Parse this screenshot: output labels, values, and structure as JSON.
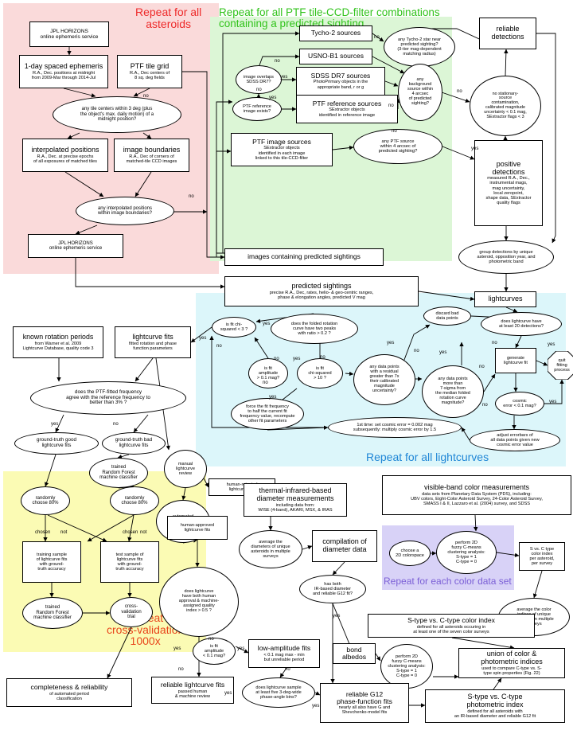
{
  "regions": {
    "red": {
      "label": "Repeat for all\nasteroids",
      "color": "#fadada",
      "text_color": "#ee2a2a"
    },
    "green": {
      "label": "Repeat for all PTF tile-CCD-filter combinations\ncontaining a predicted sighting",
      "color": "#dcf6d6",
      "text_color": "#31c31b"
    },
    "blue": {
      "label": "Repeat for all lightcurves",
      "color": "#dcf6fa",
      "text_color": "#1f86d6"
    },
    "yellow": {
      "label": "Repeat\ncross-validation\n1000x",
      "color": "#fbfbb4",
      "text_color": "#e8461c"
    },
    "purple": {
      "label": "Repeat for each color data set",
      "color": "#d8d2f7",
      "text_color": "#7b5fd6"
    }
  },
  "nodes": {
    "jpl1": {
      "title": "JPL HORIZONS\nonline ephemeris service",
      "sub": ""
    },
    "eph": {
      "title": "1-day spaced ephemeris",
      "sub": "R.A., Dec. positions at midnight\nfrom 2009-Mar through 2014-Jul"
    },
    "ptfgrid": {
      "title": "PTF tile grid",
      "sub": "R.A., Dec centers of\n8 sq. deg fields"
    },
    "q_tile": {
      "title": "any tile centers within 3 deg (plus\nthe object's max. daily motion) of a\nmidnight position?",
      "sub": ""
    },
    "interp": {
      "title": "interpolated positions",
      "sub": "R.A., Dec. at precise epochs\nof all exposures of matched tiles"
    },
    "bounds": {
      "title": "image boundaries",
      "sub": "R.A., Dec of corners of\nmatched-tile CCD images"
    },
    "q_within": {
      "title": "any interpolated positions\nwithin image boundaries?",
      "sub": ""
    },
    "jpl2": {
      "title": "JPL HORIZONS\nonline ephemeris service",
      "sub": ""
    },
    "tycho": {
      "title": "Tycho-2 sources",
      "sub": ""
    },
    "usno": {
      "title": "USNO-B1 sources",
      "sub": ""
    },
    "sdss": {
      "title": "SDSS DR7 sources",
      "sub": "PhotoPrimary objects in the\nappropriate band, r or g"
    },
    "ptfref": {
      "title": "PTF reference sources",
      "sub": "SExtractor objects\nidentified in reference image"
    },
    "q_sdss": {
      "title": "image overlaps\nSDSS DR7?",
      "sub": ""
    },
    "q_refimg": {
      "title": "PTF reference\nimage exists?",
      "sub": ""
    },
    "q_tycho": {
      "title": "any Tycho-2 star near\npredicted sighting?\n(3-tier mag-dependent\nmatching radius)",
      "sub": ""
    },
    "q_bg": {
      "title": "any\nbackground\nsource within\n4 arcsec\nof predicted\nsighting?",
      "sub": ""
    },
    "ptfimg": {
      "title": "PTF image sources",
      "sub": "SExtractor objects\nidentified in each image\nlinked to this tile-CCD-filter"
    },
    "q_ptfsrc": {
      "title": "any PTF source\nwithin 4 arcsec of\npredicted sighting?",
      "sub": ""
    },
    "reliable": {
      "title": "reliable\ndetections",
      "sub": ""
    },
    "q_nostat": {
      "title": "no stationary-\nsource\ncontamination,\ncalibrated magnitude\nuncertainty < 0.1 mag,\nSExtractor flags < 3",
      "sub": ""
    },
    "posdet": {
      "title": "positive\ndetections",
      "sub": "measured R.A., Dec.,\ninstrumental mags,\nmag uncertainty,\nlocal zeropoint,\nshape data, SExtractor\nquality flags"
    },
    "imgpred": {
      "title": "images containing predicted sightings",
      "sub": ""
    },
    "predsig": {
      "title": "predicted sightings",
      "sub": "precise R.A., Dec, rates, helio- & geo-centric ranges,\nphase & elongation angles, predicted V mag"
    },
    "q_group": {
      "title": "group detections by unique\nasteroid, opposition year, and\nphotometric band",
      "sub": ""
    },
    "lcs": {
      "title": "lightcurves",
      "sub": ""
    },
    "known": {
      "title": "known rotation periods",
      "sub": "from Warner et al. 2009\nLightcurve Database, quality code 3"
    },
    "lcfits": {
      "title": "lightcurve fits",
      "sub": "fitted rotation and phase\nfunction parameters"
    },
    "q_chi3": {
      "title": "is fit chi-\nsquared < 3 ?",
      "sub": ""
    },
    "q_fold": {
      "title": "does the folded rotation\ncurve have two peaks\nwith ratio > 0.2 ?",
      "sub": ""
    },
    "discard": {
      "title": "discard bad\ndata points",
      "sub": ""
    },
    "q_20": {
      "title": "does lightcurve have\nat least 20 detections?",
      "sub": ""
    },
    "q_amp01": {
      "title": "is fit\namplitude\n> 0.1 mag?",
      "sub": ""
    },
    "q_chi10": {
      "title": "is fit\nchi-squared\n> 10 ?",
      "sub": ""
    },
    "q_7x": {
      "title": "any data points\nwith a residual\ngreater than 7x\ntheir calibrated\nmagnitude\nuncertainty?",
      "sub": ""
    },
    "q_7sig": {
      "title": "any data points\nmore than\n7-sigma from\nthe median folded\nrotation curve\nmagnitude?",
      "sub": ""
    },
    "genfit": {
      "title": "generate\nlightcurve fit",
      "sub": ""
    },
    "quit": {
      "title": "quit\nfitting\nprocess",
      "sub": ""
    },
    "q_cosmic": {
      "title": "cosmic\nerror < 0.1 mag?",
      "sub": ""
    },
    "q_agree": {
      "title": "does the PTF-fitted frequency\nagree with the reference frequency to\nbetter than 3% ?",
      "sub": ""
    },
    "force": {
      "title": "force the fit frequency\nto half the current fit\nfrequency value, recompute\nother fit parameters",
      "sub": ""
    },
    "q_cosmicset": {
      "title": "1st time: set cosmic error = 0.002 mag\nsubsequently: multiply cosmic error by 1.5",
      "sub": ""
    },
    "adjust": {
      "title": "adjust errorbars of\nall data points given new\ncosmic error value",
      "sub": ""
    },
    "gtgood": {
      "title": "ground-truth good\nlightcurve fits",
      "sub": ""
    },
    "gtbad": {
      "title": "ground-truth bad\nlightcurve fits",
      "sub": ""
    },
    "manual": {
      "title": "manual\nlightcurve\nreview",
      "sub": ""
    },
    "rf1": {
      "title": "trained\nRandom Forest\nmachine classifier",
      "sub": ""
    },
    "autoclass": {
      "title": "automated\nlightcurve\nclassification",
      "sub": ""
    },
    "hrej": {
      "title": "human-rejected\nlightcurve fits",
      "sub": ""
    },
    "happ": {
      "title": "human-approved\nlightcurve fits",
      "sub": ""
    },
    "thermal": {
      "title": "thermal-infrared-based\ndiameter measurements",
      "sub": "including data from:\nWISE (4-band), AKARI, MSX, & IRAS"
    },
    "visible": {
      "title": "visible-band color measurements",
      "sub": "data sets from Planetary Data System (PDS), including:\nUBV colors, Eight-Color Asteroid Survey, 24-Color Asteroid Survey,\nSMASS I & II, Lazzaro et al. (2004) survey, and SDSS"
    },
    "rc80a": {
      "title": "randomly\nchoose 80%",
      "sub": ""
    },
    "rc80b": {
      "title": "randomly\nchoose 80%",
      "sub": ""
    },
    "avgdiam": {
      "title": "average the\ndiameters of unique\nasteroids in multiple\nsurveys",
      "sub": ""
    },
    "compdiam": {
      "title": "compilation of\ndiameter data",
      "sub": ""
    },
    "colorspace": {
      "title": "choose a\n2D colorspace",
      "sub": ""
    },
    "fuzzy1": {
      "title": "perform 2D\nfuzzy C-means\nclustering analysis:\nS-type = 1\nC-type = 0",
      "sub": ""
    },
    "svsc": {
      "title": "S vs. C type\ncolor index\nper asteroid,\nper survey",
      "sub": ""
    },
    "trainset": {
      "title": "training sample\nof lightcurve fits\nwith ground-\ntruth accuracy",
      "sub": ""
    },
    "testset": {
      "title": "test sample of\nlightcurve fits\nwith ground-\ntruth accuracy",
      "sub": ""
    },
    "q_both": {
      "title": "does lightcurve\nhave both human\napproval & machine-\nassigned quality\nindex > 0.5 ?",
      "sub": ""
    },
    "q_ir": {
      "title": "has both\nIR-based diameter\nand reliable G12 fit?",
      "sub": ""
    },
    "avgcolor": {
      "title": "average the color\nindices of unique\nasteroids in multiple\nsurveys",
      "sub": ""
    },
    "svsc_idx": {
      "title": "S-type vs. C-type color index",
      "sub": "defined for all asteroids occuring in\nat least one of the seven color surveys"
    },
    "rf2": {
      "title": "trained\nRandom Forest\nmachine classifier",
      "sub": ""
    },
    "xval": {
      "title": "cross-\nvalidation\ntrial",
      "sub": ""
    },
    "q_amp01b": {
      "title": "is fit\namplitude\n< 0.1 mag?",
      "sub": ""
    },
    "lowamp": {
      "title": "low-amplitude fits",
      "sub": "< 0.1 mag max - min\nbut unreliable period"
    },
    "bond": {
      "title": "bond\nalbedos",
      "sub": ""
    },
    "fuzzy2": {
      "title": "perform 2D\nfuzzy C-means\nclustering analysis:\nS-type = 1\nC-type = 0",
      "sub": ""
    },
    "union": {
      "title": "union of color &\nphotometric indices",
      "sub": "used to compare C-type vs. S-\ntype spin properties (Fig. 22)"
    },
    "complete": {
      "title": "completeness & reliability",
      "sub": "of automated period\nclassification"
    },
    "rlcfits": {
      "title": "reliable lightcurve fits",
      "sub": "passed human\n& machine review"
    },
    "q_5bins": {
      "title": "does lightcurve sample\nat least five 3-deg-wide\nphase-angle bins?",
      "sub": ""
    },
    "g12": {
      "title": "reliable G12\nphase-function fits",
      "sub": "nearly all also have G and\nShevchenko-model fits"
    },
    "photidx": {
      "title": "S-type vs. C-type\nphotometric index",
      "sub": "defined for all asteroids with\nan IR-based diameter and reliable G12 fit"
    }
  },
  "edge_labels": {
    "yes": "yes",
    "no": "no",
    "chosen": "chosen",
    "not": "not"
  }
}
